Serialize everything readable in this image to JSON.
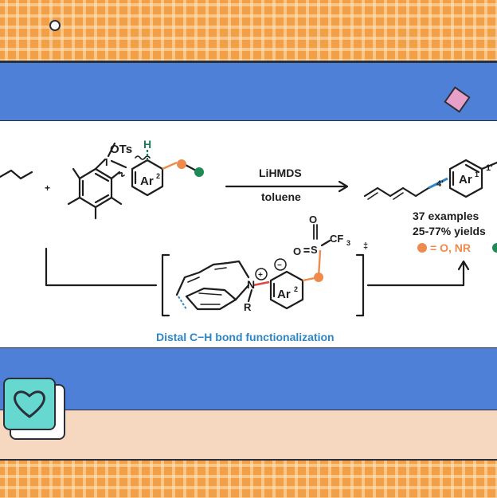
{
  "colors": {
    "orange": "#f2a047",
    "blue": "#4d80d6",
    "peach": "#f6d7c0",
    "teal": "#67d8cf",
    "pink": "#e8a0c9",
    "green_text": "#1a7a56",
    "green_dot": "#1f8a55",
    "orange_dot": "#ef8a4d",
    "red_bond": "#e0463f",
    "blue_text": "#2f86c7"
  },
  "scheme": {
    "reagent_top": "LiHMDS",
    "reagent_bottom": "toluene",
    "plus": "+",
    "ots": "OTs",
    "iodine": "I",
    "h_label": "H",
    "ar2": "Ar",
    "ar2_sup": "2",
    "ar1": "Ar",
    "ar1_sup": "1",
    "pos4": "4'",
    "pos1": "1'",
    "examples": "37 examples",
    "yields": "25-77% yields",
    "legend": "= O, NR",
    "ts_o_top": "O",
    "ts_o_left": "O",
    "ts_s": "S",
    "ts_cf3": "CF",
    "ts_cf3_sub": "3",
    "ts_n": "N",
    "ts_r": "R",
    "ts_plus": "+",
    "ts_minus": "−",
    "ts_dagger": "‡",
    "caption": "Distal C−H bond functionalization"
  }
}
